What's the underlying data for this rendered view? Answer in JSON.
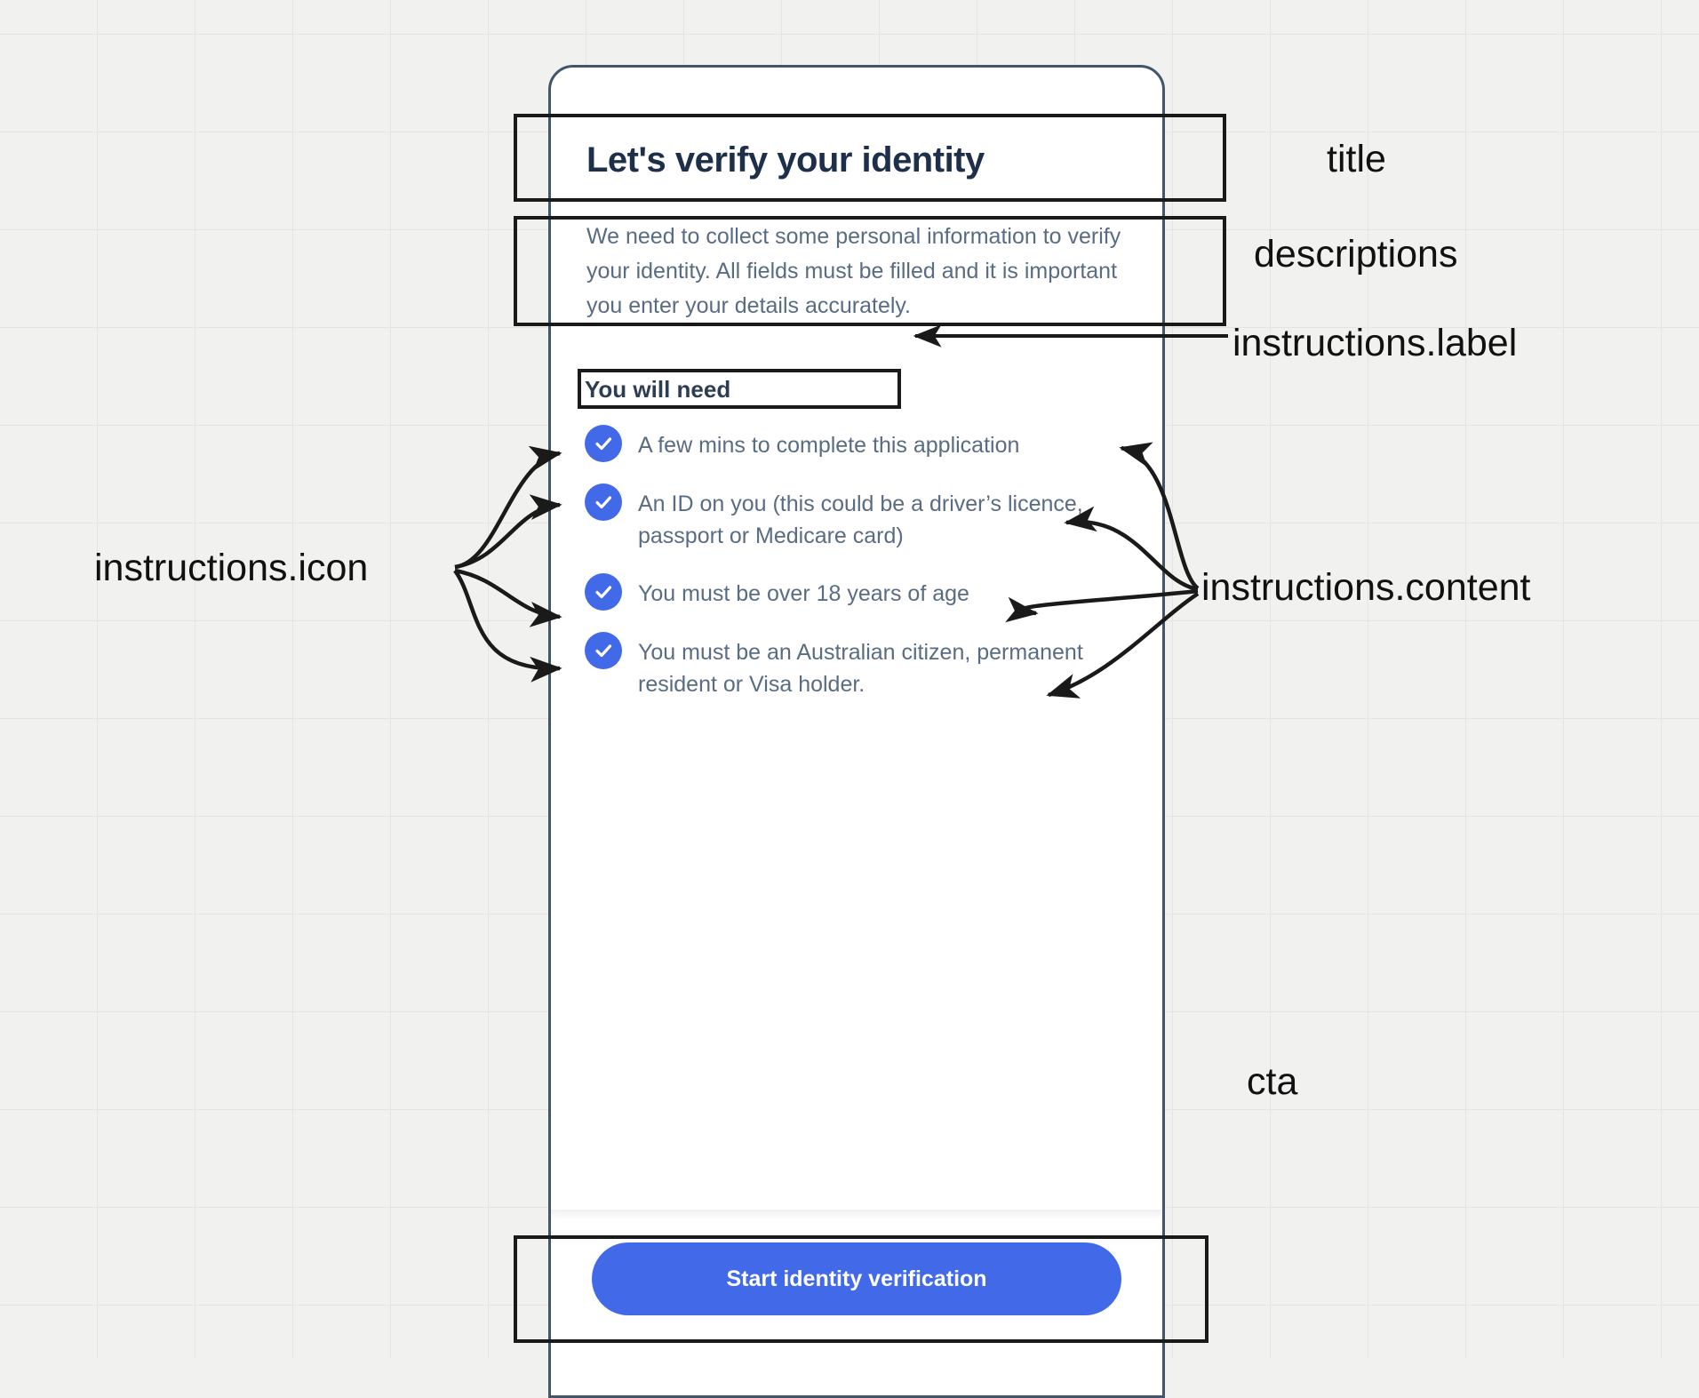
{
  "screen": {
    "title": "Let's verify your identity",
    "description": "We need to collect some personal information to verify your identity. All fields must be filled and it is important you enter your details accurately.",
    "instructions": {
      "label": "You will need",
      "items": [
        {
          "icon": "check-circle-icon",
          "content": "A few mins to complete this application"
        },
        {
          "icon": "check-circle-icon",
          "content": "An ID on you (this could be a driver’s licence, passport or Medicare card)"
        },
        {
          "icon": "check-circle-icon",
          "content": "You must be over 18 years of age"
        },
        {
          "icon": "check-circle-icon",
          "content": "You must be an Australian citizen, permanent resident or Visa holder."
        }
      ]
    },
    "cta": {
      "label": "Start identity verification"
    }
  },
  "annotations": {
    "title": "title",
    "descriptions": "descriptions",
    "instructions_label": "instructions.label",
    "instructions_content": "instructions.content",
    "instructions_icon": "instructions.icon",
    "cta": "cta"
  },
  "colors": {
    "accent": "#4169e8",
    "title_text": "#1e3049",
    "body_text": "#5a6c83",
    "canvas": "#f1f1f0",
    "annotation_stroke": "#1a1a1a",
    "phone_frame": "#41556b"
  }
}
